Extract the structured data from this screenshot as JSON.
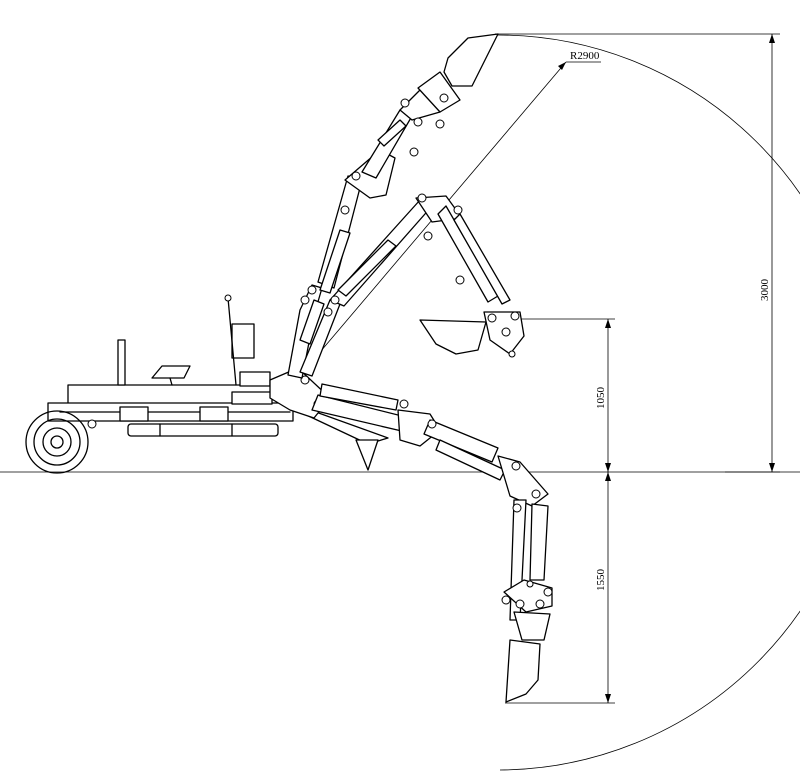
{
  "dimensions": {
    "radius_label": "R2900",
    "total_height": "3000",
    "upper_height": "1050",
    "dig_depth": "1550"
  },
  "colors": {
    "line": "#000000",
    "background": "#ffffff"
  }
}
